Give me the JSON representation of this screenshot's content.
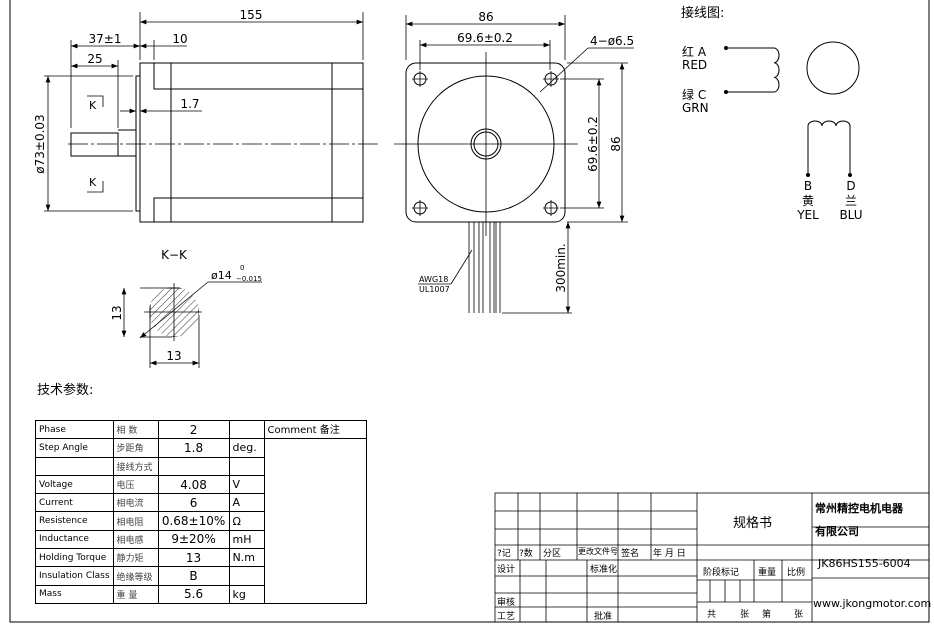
{
  "side_view": {
    "length": "155",
    "shaft_length": "37±1",
    "flange": "10",
    "key_length": "25",
    "pilot_dia": "ø73±0.03",
    "pilot_height": "1.7",
    "section_mark": "K"
  },
  "front_view": {
    "width": "86",
    "hole_spacing": "69.6±0.2",
    "holes": "4−ø6.5",
    "height": "86",
    "hole_spacing_v": "69.6±0.2",
    "lead_length": "300min.",
    "wire_gauge": "AWG18",
    "wire_type": "UL1007"
  },
  "section": {
    "title": "K−K",
    "dia": "ø14",
    "tol_upper": "0",
    "tol_lower": "−0.015",
    "flat": "13",
    "width": "13"
  },
  "wiring": {
    "title": "接线图:",
    "a_cn": "红 A",
    "a_en": "RED",
    "c_cn": "绿 C",
    "c_en": "GRN",
    "b": "B",
    "b_cn": "黄",
    "b_en": "YEL",
    "d": "D",
    "d_cn": "兰",
    "d_en": "BLU"
  },
  "params_title": "技术参数:",
  "spec": {
    "comment": "Comment 备注",
    "rows": [
      {
        "en": "Phase",
        "cn": "相  数",
        "value": "2",
        "unit": ""
      },
      {
        "en": "Step Angle",
        "cn": "步距角",
        "value": "1.8",
        "unit": "deg."
      },
      {
        "en": "",
        "cn": "接线方式",
        "value": "",
        "unit": ""
      },
      {
        "en": "Voltage",
        "cn": "电压",
        "value": "4.08",
        "unit": "V"
      },
      {
        "en": "Current",
        "cn": "相电流",
        "value": "6",
        "unit": "A"
      },
      {
        "en": "Resistence",
        "cn": "相电阻",
        "value": "0.68±10%",
        "unit": "Ω"
      },
      {
        "en": "Inductance",
        "cn": "相电感",
        "value": "9±20%",
        "unit": "mH"
      },
      {
        "en": "Holding Torque",
        "cn": "静力矩",
        "value": "13",
        "unit": "N.m"
      },
      {
        "en": "Insulation Class",
        "cn": "绝缘等级",
        "value": "B",
        "unit": ""
      },
      {
        "en": "Mass",
        "cn": "重  量",
        "value": "5.6",
        "unit": "kg"
      }
    ]
  },
  "title_block": {
    "doc_title": "规格书",
    "company_line1": "常州精控电机电器",
    "company_line2": "有限公司",
    "model": "JK86HS155-6004",
    "website": "www.jkongmotor.com",
    "rev_headers": [
      "?记",
      "?数",
      "分区",
      "更改文件号",
      "签名",
      "年 月 日"
    ],
    "design": "设计",
    "standardize": "标准化",
    "review": "审核",
    "process": "工艺",
    "approve": "批准",
    "stage": "阶段标记",
    "weight": "重量",
    "scale": "比例",
    "total": "共",
    "sheets": "张",
    "no": "第",
    "sheet": "张"
  }
}
